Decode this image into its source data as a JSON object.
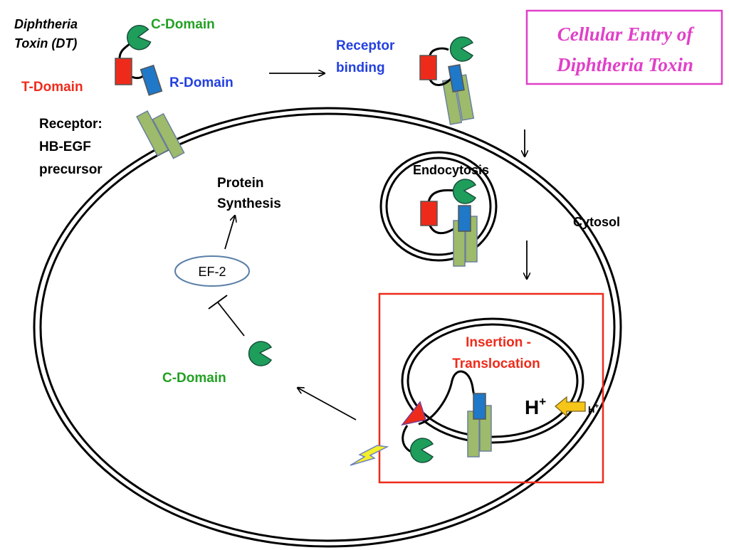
{
  "title": {
    "line1": "Cellular Entry of",
    "line2": "Diphtheria Toxin",
    "color": "#e040c8"
  },
  "labels": {
    "dt_line1": "Diphtheria",
    "dt_line2": "Toxin (DT)",
    "c_domain_top": "C-Domain",
    "t_domain": "T-Domain",
    "r_domain": "R-Domain",
    "receptor_line1": "Receptor:",
    "receptor_line2": "HB-EGF",
    "receptor_line3": "precursor",
    "receptor_binding_line1": "Receptor",
    "receptor_binding_line2": "binding",
    "endocytosis": "Endocytosis",
    "cytosol": "Cytosol",
    "protein_line1": "Protein",
    "protein_line2": "Synthesis",
    "ef2": "EF-2",
    "c_domain_bottom": "C-Domain",
    "insertion_line1": "Insertion -",
    "insertion_line2": "Translocation",
    "h_plus_large": "H",
    "h_plus_large_sup": "+",
    "h_plus_small": "H",
    "h_plus_small_sup": "+"
  },
  "colors": {
    "c_domain": "#1f9e5b",
    "t_domain": "#ee2b1b",
    "r_domain": "#1f78c8",
    "receptor": "#9dbb6a",
    "highlight_box": "#ee2b1b",
    "green_text": "#23a023",
    "red_text": "#ee2b1b",
    "blue_text": "#2340e0",
    "arrow_yellow": "#f5c518",
    "lightning": "#f3ef2a",
    "ef2_border": "#5a7fa8"
  },
  "icons": [
    "c-domain-pacman-icon",
    "t-domain-block-icon",
    "r-domain-block-icon",
    "receptor-icon",
    "lightning-icon",
    "proton-arrow-icon"
  ]
}
